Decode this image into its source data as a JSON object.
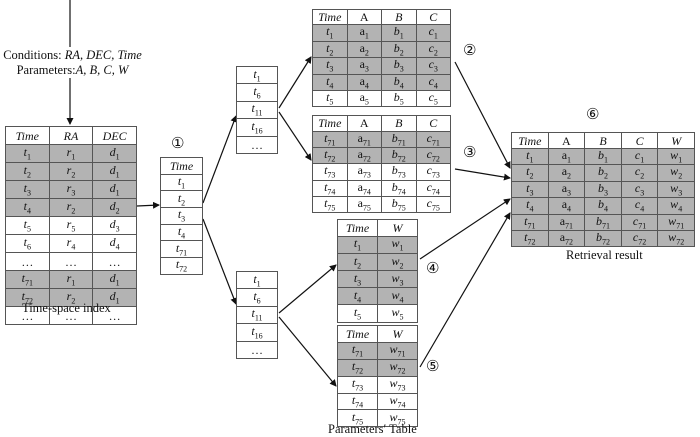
{
  "inputs": {
    "conditions_label": "Conditions:",
    "conditions_value": "RA, DEC, Time",
    "parameters_label": "Parameters:",
    "parameters_value": "A, B, C, W"
  },
  "step_markers": [
    "①",
    "②",
    "③",
    "④",
    "⑤",
    "⑥"
  ],
  "time_space_index": {
    "caption": "Time-space index",
    "columns": [
      "Time",
      "RA",
      "DEC"
    ],
    "rows": [
      {
        "cells": [
          [
            "t",
            "1"
          ],
          [
            "r",
            "1"
          ],
          [
            "d",
            "1"
          ]
        ],
        "highlight": true
      },
      {
        "cells": [
          [
            "t",
            "2"
          ],
          [
            "r",
            "2"
          ],
          [
            "d",
            "1"
          ]
        ],
        "highlight": true
      },
      {
        "cells": [
          [
            "t",
            "3"
          ],
          [
            "r",
            "3"
          ],
          [
            "d",
            "1"
          ]
        ],
        "highlight": true
      },
      {
        "cells": [
          [
            "t",
            "4"
          ],
          [
            "r",
            "2"
          ],
          [
            "d",
            "2"
          ]
        ],
        "highlight": true
      },
      {
        "cells": [
          [
            "t",
            "5"
          ],
          [
            "r",
            "5"
          ],
          [
            "d",
            "3"
          ]
        ],
        "highlight": false
      },
      {
        "cells": [
          [
            "t",
            "6"
          ],
          [
            "r",
            "4"
          ],
          [
            "d",
            "4"
          ]
        ],
        "highlight": false
      },
      {
        "cells": [
          [
            "…",
            ""
          ],
          [
            "…",
            ""
          ],
          [
            "…",
            ""
          ]
        ],
        "highlight": false
      },
      {
        "cells": [
          [
            "t",
            "71"
          ],
          [
            "r",
            "1"
          ],
          [
            "d",
            "1"
          ]
        ],
        "highlight": true
      },
      {
        "cells": [
          [
            "t",
            "72"
          ],
          [
            "r",
            "2"
          ],
          [
            "d",
            "1"
          ]
        ],
        "highlight": true
      },
      {
        "cells": [
          [
            "…",
            ""
          ],
          [
            "…",
            ""
          ],
          [
            "…",
            ""
          ]
        ],
        "highlight": false
      }
    ]
  },
  "matched_times": {
    "header": "Time",
    "rows": [
      [
        "t",
        "1"
      ],
      [
        "t",
        "2"
      ],
      [
        "t",
        "3"
      ],
      [
        "t",
        "4"
      ],
      [
        "t",
        "71"
      ],
      [
        "t",
        "72"
      ]
    ]
  },
  "param_index_upper": {
    "rows": [
      [
        "t",
        "1"
      ],
      [
        "t",
        "6"
      ],
      [
        "t",
        "11"
      ],
      [
        "t",
        "16"
      ],
      [
        "…",
        ""
      ]
    ]
  },
  "param_index_lower": {
    "rows": [
      [
        "t",
        "1"
      ],
      [
        "t",
        "6"
      ],
      [
        "t",
        "11"
      ],
      [
        "t",
        "16"
      ],
      [
        "…",
        ""
      ]
    ]
  },
  "abc_table_1": {
    "columns": [
      "Time",
      "A",
      "B",
      "C"
    ],
    "rows": [
      {
        "cells": [
          [
            "t",
            "1"
          ],
          [
            "a",
            "1"
          ],
          [
            "b",
            "1"
          ],
          [
            "c",
            "1"
          ]
        ],
        "highlight": true
      },
      {
        "cells": [
          [
            "t",
            "2"
          ],
          [
            "a",
            "2"
          ],
          [
            "b",
            "2"
          ],
          [
            "c",
            "2"
          ]
        ],
        "highlight": true
      },
      {
        "cells": [
          [
            "t",
            "3"
          ],
          [
            "a",
            "3"
          ],
          [
            "b",
            "3"
          ],
          [
            "c",
            "3"
          ]
        ],
        "highlight": true
      },
      {
        "cells": [
          [
            "t",
            "4"
          ],
          [
            "a",
            "4"
          ],
          [
            "b",
            "4"
          ],
          [
            "c",
            "4"
          ]
        ],
        "highlight": true
      },
      {
        "cells": [
          [
            "t",
            "5"
          ],
          [
            "a",
            "5"
          ],
          [
            "b",
            "5"
          ],
          [
            "c",
            "5"
          ]
        ],
        "highlight": false
      }
    ]
  },
  "abc_table_2": {
    "columns": [
      "Time",
      "A",
      "B",
      "C"
    ],
    "rows": [
      {
        "cells": [
          [
            "t",
            "71"
          ],
          [
            "a",
            "71"
          ],
          [
            "b",
            "71"
          ],
          [
            "c",
            "71"
          ]
        ],
        "highlight": true
      },
      {
        "cells": [
          [
            "t",
            "72"
          ],
          [
            "a",
            "72"
          ],
          [
            "b",
            "72"
          ],
          [
            "c",
            "72"
          ]
        ],
        "highlight": true
      },
      {
        "cells": [
          [
            "t",
            "73"
          ],
          [
            "a",
            "73"
          ],
          [
            "b",
            "73"
          ],
          [
            "c",
            "73"
          ]
        ],
        "highlight": false
      },
      {
        "cells": [
          [
            "t",
            "74"
          ],
          [
            "a",
            "74"
          ],
          [
            "b",
            "74"
          ],
          [
            "c",
            "74"
          ]
        ],
        "highlight": false
      },
      {
        "cells": [
          [
            "t",
            "75"
          ],
          [
            "a",
            "75"
          ],
          [
            "b",
            "75"
          ],
          [
            "c",
            "75"
          ]
        ],
        "highlight": false
      }
    ]
  },
  "w_table_1": {
    "columns": [
      "Time",
      "W"
    ],
    "rows": [
      {
        "cells": [
          [
            "t",
            "1"
          ],
          [
            "w",
            "1"
          ]
        ],
        "highlight": true
      },
      {
        "cells": [
          [
            "t",
            "2"
          ],
          [
            "w",
            "2"
          ]
        ],
        "highlight": true
      },
      {
        "cells": [
          [
            "t",
            "3"
          ],
          [
            "w",
            "3"
          ]
        ],
        "highlight": true
      },
      {
        "cells": [
          [
            "t",
            "4"
          ],
          [
            "w",
            "4"
          ]
        ],
        "highlight": true
      },
      {
        "cells": [
          [
            "t",
            "5"
          ],
          [
            "w",
            "5"
          ]
        ],
        "highlight": false
      }
    ]
  },
  "w_table_2": {
    "caption": "Parameters′ Table",
    "columns": [
      "Time",
      "W"
    ],
    "rows": [
      {
        "cells": [
          [
            "t",
            "71"
          ],
          [
            "w",
            "71"
          ]
        ],
        "highlight": true
      },
      {
        "cells": [
          [
            "t",
            "72"
          ],
          [
            "w",
            "72"
          ]
        ],
        "highlight": true
      },
      {
        "cells": [
          [
            "t",
            "73"
          ],
          [
            "w",
            "73"
          ]
        ],
        "highlight": false
      },
      {
        "cells": [
          [
            "t",
            "74"
          ],
          [
            "w",
            "74"
          ]
        ],
        "highlight": false
      },
      {
        "cells": [
          [
            "t",
            "75"
          ],
          [
            "w",
            "75"
          ]
        ],
        "highlight": false
      }
    ]
  },
  "retrieval_result": {
    "caption": "Retrieval result",
    "columns": [
      "Time",
      "A",
      "B",
      "C",
      "W"
    ],
    "rows": [
      {
        "cells": [
          [
            "t",
            "1"
          ],
          [
            "a",
            "1"
          ],
          [
            "b",
            "1"
          ],
          [
            "c",
            "1"
          ],
          [
            "w",
            "1"
          ]
        ],
        "highlight": true
      },
      {
        "cells": [
          [
            "t",
            "2"
          ],
          [
            "a",
            "2"
          ],
          [
            "b",
            "2"
          ],
          [
            "c",
            "2"
          ],
          [
            "w",
            "2"
          ]
        ],
        "highlight": true
      },
      {
        "cells": [
          [
            "t",
            "3"
          ],
          [
            "a",
            "3"
          ],
          [
            "b",
            "3"
          ],
          [
            "c",
            "3"
          ],
          [
            "w",
            "3"
          ]
        ],
        "highlight": true
      },
      {
        "cells": [
          [
            "t",
            "4"
          ],
          [
            "a",
            "4"
          ],
          [
            "b",
            "4"
          ],
          [
            "c",
            "4"
          ],
          [
            "w",
            "4"
          ]
        ],
        "highlight": true
      },
      {
        "cells": [
          [
            "t",
            "71"
          ],
          [
            "a",
            "71"
          ],
          [
            "b",
            "71"
          ],
          [
            "c",
            "71"
          ],
          [
            "w",
            "71"
          ]
        ],
        "highlight": true
      },
      {
        "cells": [
          [
            "t",
            "72"
          ],
          [
            "a",
            "72"
          ],
          [
            "b",
            "72"
          ],
          [
            "c",
            "72"
          ],
          [
            "w",
            "72"
          ]
        ],
        "highlight": true
      }
    ]
  },
  "colors": {
    "highlight": "#b3b3b3",
    "border": "#555555",
    "arrow": "#111111"
  }
}
